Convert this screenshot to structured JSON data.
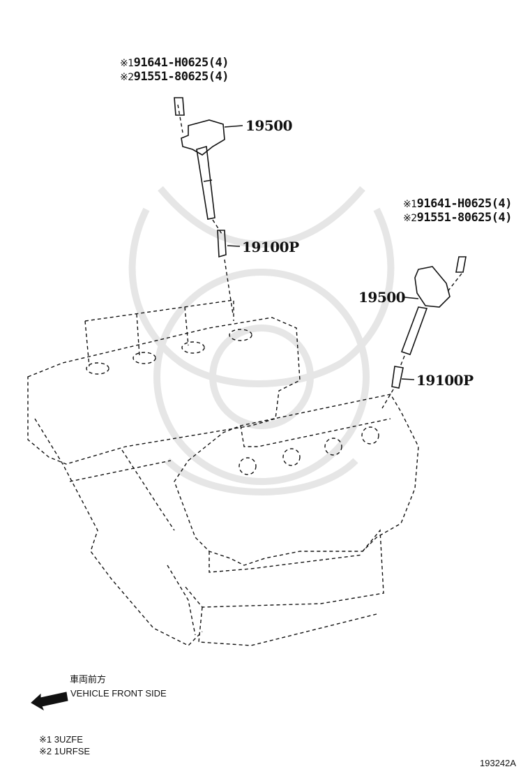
{
  "left_callouts": {
    "bolt_line1": {
      "mark": "※1",
      "part": "91641-H0625(4)"
    },
    "bolt_line2": {
      "mark": "※2",
      "part": "91551-80625(4)"
    },
    "coil": "19500",
    "plug": "19100P"
  },
  "right_callouts": {
    "bolt_line1": {
      "mark": "※1",
      "part": "91641-H0625(4)"
    },
    "bolt_line2": {
      "mark": "※2",
      "part": "91551-80625(4)"
    },
    "coil": "19500",
    "plug": "19100P"
  },
  "front_indicator": {
    "japanese": "車両前方",
    "english": "VEHICLE FRONT SIDE"
  },
  "notes": [
    {
      "mark": "※1",
      "text": "3UZFE"
    },
    {
      "mark": "※2",
      "text": "1URFSE"
    }
  ],
  "figure_id": "193242A",
  "colors": {
    "line": "#111111",
    "watermark": "#e6e6e6"
  }
}
